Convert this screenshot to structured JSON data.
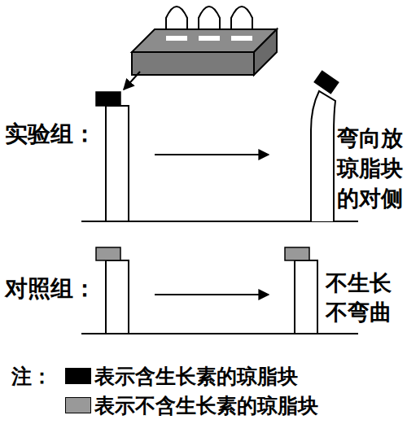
{
  "diagram": {
    "labels": [
      "实验组：",
      "弯向放琼脂块的对侧",
      "对照组：",
      "不生长不弯曲",
      "注："
    ],
    "legend": [
      {
        "text": "表示含生长素的琼脂块",
        "color": "#000000"
      },
      {
        "text": "表示不含生长素的琼脂块",
        "color": "#999999"
      }
    ]
  }
}
